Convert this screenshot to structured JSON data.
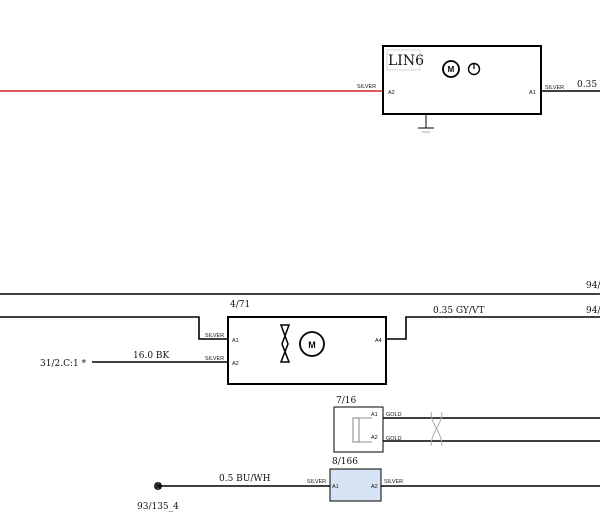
{
  "lin6": {
    "title": "LIN6",
    "left_pin": "A2",
    "right_pin": "A1",
    "left_wire_color": "SILVER",
    "right_wire_color": "SILVER",
    "right_wire_size": "0.35"
  },
  "top_right_label_1": "94/",
  "top_right_label_2": "94/",
  "c471": {
    "ref": "4/71",
    "pin_a1": "A1",
    "pin_a2": "A2",
    "pin_a4": "A4",
    "a1_color": "SILVER",
    "a2_color": "SILVER",
    "right_wire": "0.35 GY/VT"
  },
  "wire_16bk": {
    "from": "31/2.C:1 *",
    "label": "16.0 BK"
  },
  "c716": {
    "ref": "7/16",
    "pin_a1": "A1",
    "pin_a2": "A2",
    "a1_color": "GOLD",
    "a2_color": "GOLD"
  },
  "c8166": {
    "ref": "8/166",
    "pin_a1": "A1",
    "pin_a2": "A2",
    "left_color": "SILVER",
    "right_color": "SILVER",
    "wire_label": "0.5 BU/WH",
    "splice": "93/135_4"
  },
  "colors": {
    "red_wire": "#d42020",
    "connector_fill": "#d6e4f5"
  }
}
